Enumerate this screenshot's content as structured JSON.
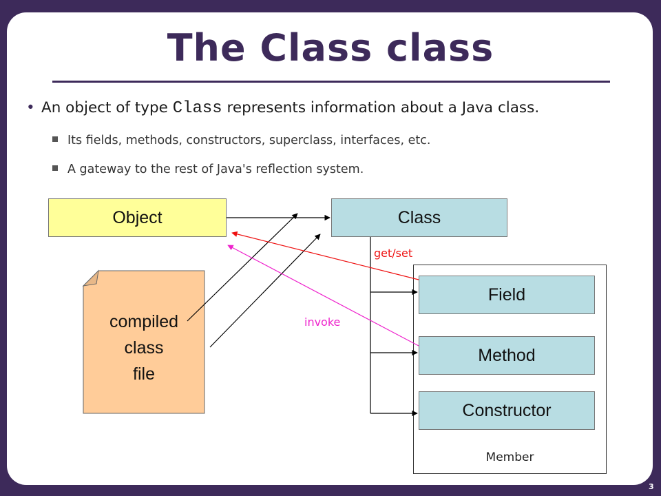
{
  "title": "The Class class",
  "bullets": {
    "main_pre": "An object of type ",
    "main_code": "Class",
    "main_post": " represents information about a Java class.",
    "sub1": "Its fields, methods, constructors, superclass, interfaces, etc.",
    "sub2": "A gateway to the rest of Java's reflection system."
  },
  "diagram": {
    "object_label": "Object",
    "class_label": "Class",
    "field_label": "Field",
    "method_label": "Method",
    "constructor_label": "Constructor",
    "member_label": "Member",
    "file_line1": "compiled",
    "file_line2": "class",
    "file_line3": "file",
    "getset_label": "get/set",
    "invoke_label": "invoke",
    "colors": {
      "getset": "#ee1111",
      "invoke": "#ee22cc",
      "object_fill": "#ffff99",
      "class_fill": "#b8dde3",
      "file_fill": "#ffcc99"
    }
  },
  "page_number": "3"
}
